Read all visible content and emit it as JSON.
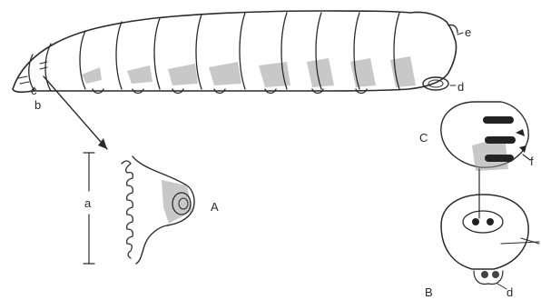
{
  "labels": {
    "a": "a",
    "b": "b",
    "c": "c",
    "d_larva": "d",
    "e": "e",
    "A": "A",
    "B": "B",
    "C": "C",
    "d_B": "d",
    "f": "f"
  }
}
